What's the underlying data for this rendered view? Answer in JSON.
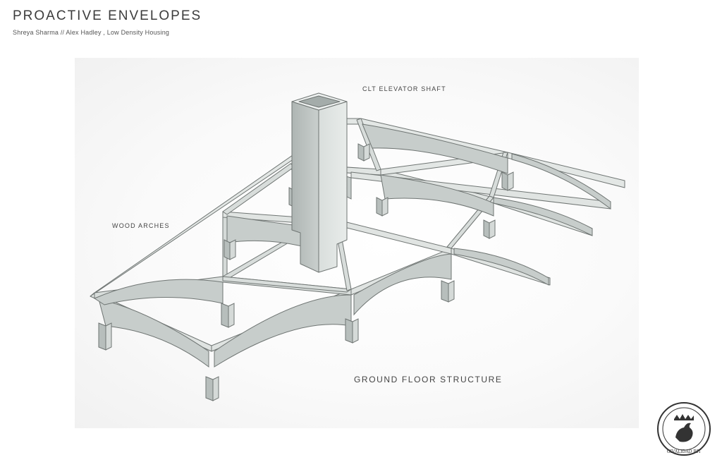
{
  "header": {
    "title": "PROACTIVE ENVELOPES",
    "subtitle": "Shreya Sharma // Alex Hadley , Low Density Housing"
  },
  "diagram": {
    "labels": {
      "elevator_shaft": "CLT ELEVATOR SHAFT",
      "wood_arches": "WOOD ARCHES",
      "ground_floor": "GROUND FLOOR STRUCTURE"
    }
  },
  "seal": {
    "text": "GIVALIDAD RIT",
    "icon": "bird-emblem-icon"
  },
  "colors": {
    "structure_fill": "#dfe3e1",
    "structure_shade": "#c7cdcb",
    "structure_dark": "#9fa7a5",
    "line": "#6f7573"
  }
}
